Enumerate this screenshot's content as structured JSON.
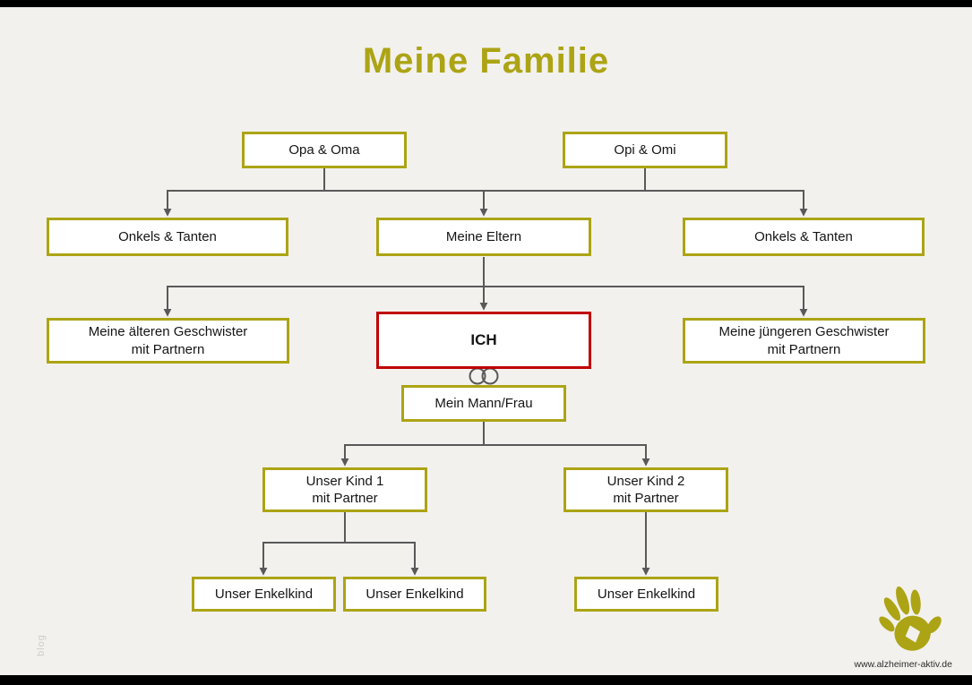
{
  "title": "Meine Familie",
  "nodes": {
    "opa_oma": "Opa & Oma",
    "opi_omi": "Opi & Omi",
    "onkels_links": "Onkels & Tanten",
    "eltern": "Meine Eltern",
    "onkels_rechts": "Onkels & Tanten",
    "geschwister_aelter": "Meine älteren Geschwister\nmit Partnern",
    "ich": "ICH",
    "geschwister_juenger": "Meine jüngeren Geschwister\nmit Partnern",
    "mann_frau": "Mein Mann/Frau",
    "kind1": "Unser Kind 1\nmit Partner",
    "kind2": "Unser Kind 2\nmit Partner",
    "enkelkind1": "Unser Enkelkind",
    "enkelkind2": "Unser Enkelkind",
    "enkelkind3": "Unser Enkelkind"
  },
  "footer": {
    "website": "www.alzheimer-aktiv.de",
    "watermark": "blog"
  },
  "colors": {
    "accent": "#ACA414",
    "highlight": "#C00000",
    "connector": "#595959",
    "background": "#F2F1EE"
  }
}
